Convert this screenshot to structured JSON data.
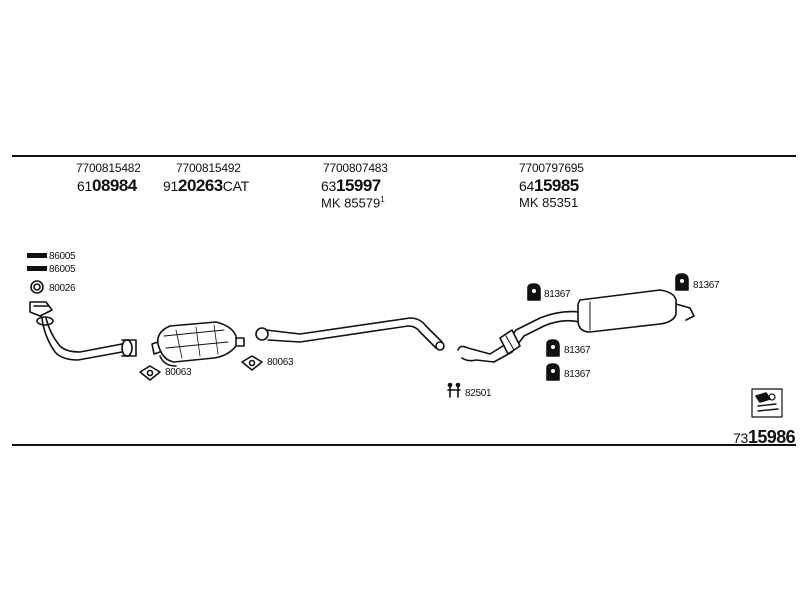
{
  "parts": [
    {
      "oe": "7700815482",
      "prefix": "61",
      "main": "08984",
      "suffix": "",
      "mk": "",
      "mk_sup": ""
    },
    {
      "oe": "7700815492",
      "prefix": "91",
      "main": "20263",
      "suffix": "CAT",
      "mk": "",
      "mk_sup": ""
    },
    {
      "oe": "7700807483",
      "prefix": "63",
      "main": "15997",
      "suffix": "",
      "mk": "MK  85579",
      "mk_sup": "1"
    },
    {
      "oe": "7700797695",
      "prefix": "64",
      "main": "15985",
      "suffix": "",
      "mk": "MK  85351",
      "mk_sup": ""
    }
  ],
  "labels": {
    "hanger_a1": "86005",
    "hanger_a2": "86005",
    "ring_a": "80026",
    "gasket_cat": "80063",
    "gasket_mid": "80063",
    "clamp": "82501",
    "hanger_rear1": "81367",
    "hanger_rear2": "81367",
    "hanger_rear3": "81367",
    "hanger_rear4": "81367"
  },
  "kit": {
    "prefix": "73",
    "main": "15986"
  },
  "icons": [
    "hanger-icon",
    "ring-icon",
    "gasket-icon",
    "clamp-icon",
    "rubber-mount-icon",
    "kit-box-icon"
  ],
  "colors": {
    "ink": "#111111",
    "background": "#ffffff"
  }
}
